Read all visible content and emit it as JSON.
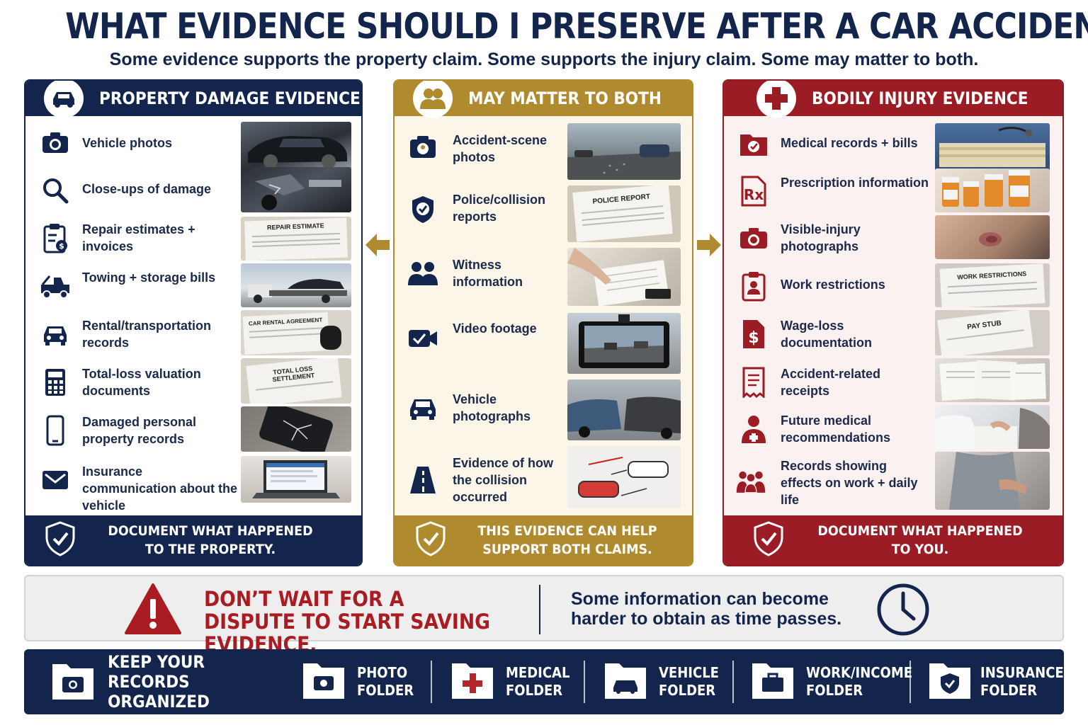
{
  "title": "WHAT EVIDENCE SHOULD I PRESERVE AFTER A CAR ACCIDENT?",
  "subtitle": "Some evidence supports the property claim. Some supports the injury claim. Some may matter to both.",
  "property": {
    "heading": "PROPERTY DAMAGE EVIDENCE",
    "items": [
      {
        "label": "Vehicle photos",
        "icon": "camera-icon"
      },
      {
        "label": "Close-ups of damage",
        "icon": "magnifier-icon"
      },
      {
        "label": "Repair estimates + invoices",
        "icon": "clipboard-dollar-icon",
        "photo_text": "REPAIR ESTIMATE"
      },
      {
        "label": "Towing + storage bills",
        "icon": "tow-truck-icon"
      },
      {
        "label": "Rental/transportation records",
        "icon": "car-icon",
        "photo_text": "CAR RENTAL AGREEMENT"
      },
      {
        "label": "Total-loss valuation documents",
        "icon": "calculator-icon",
        "photo_text": "TOTAL LOSS SETTLEMENT"
      },
      {
        "label": "Damaged personal property records",
        "icon": "phone-icon"
      },
      {
        "label": "Insurance communication about the vehicle",
        "icon": "envelope-icon"
      }
    ],
    "footer": "DOCUMENT WHAT HAPPENED TO THE PROPERTY."
  },
  "both": {
    "heading": "MAY MATTER TO BOTH",
    "items": [
      {
        "label": "Accident-scene photos",
        "icon": "camera-pin-icon"
      },
      {
        "label": "Police/collision reports",
        "icon": "police-badge-icon",
        "photo_text": "POLICE REPORT"
      },
      {
        "label": "Witness information",
        "icon": "people-icon"
      },
      {
        "label": "Video footage",
        "icon": "video-camera-icon"
      },
      {
        "label": "Vehicle photographs",
        "icon": "car-icon"
      },
      {
        "label": "Evidence of how the collision occurred",
        "icon": "road-icon"
      }
    ],
    "footer": "THIS EVIDENCE CAN HELP SUPPORT BOTH CLAIMS."
  },
  "injury": {
    "heading": "BODILY INJURY EVIDENCE",
    "items": [
      {
        "label": "Medical records + bills",
        "icon": "medical-folder-icon"
      },
      {
        "label": "Prescription information",
        "icon": "rx-icon"
      },
      {
        "label": "Visible-injury photographs",
        "icon": "camera-icon"
      },
      {
        "label": "Work restrictions",
        "icon": "clipboard-person-icon",
        "photo_text": "WORK RESTRICTIONS"
      },
      {
        "label": "Wage-loss documentation",
        "icon": "dollar-document-icon",
        "photo_text": "PAY STUB"
      },
      {
        "label": "Accident-related receipts",
        "icon": "receipt-icon"
      },
      {
        "label": "Future medical recommendations",
        "icon": "doctor-icon"
      },
      {
        "label": "Records showing effects on work + daily life",
        "icon": "family-icon"
      }
    ],
    "footer": "DOCUMENT WHAT HAPPENED TO YOU."
  },
  "alert": {
    "title": "DON’T WAIT FOR A DISPUTE TO START SAVING EVIDENCE.",
    "note": "Some information can become harder to obtain as time passes."
  },
  "bottom": {
    "main": "KEEP YOUR RECORDS ORGANIZED",
    "folders": [
      "PHOTO FOLDER",
      "MEDICAL FOLDER",
      "VEHICLE FOLDER",
      "WORK/INCOME FOLDER",
      "INSURANCE FOLDER"
    ]
  },
  "colors": {
    "navy": "#13254d",
    "gold": "#b08a2e",
    "red": "#9b1c24"
  }
}
